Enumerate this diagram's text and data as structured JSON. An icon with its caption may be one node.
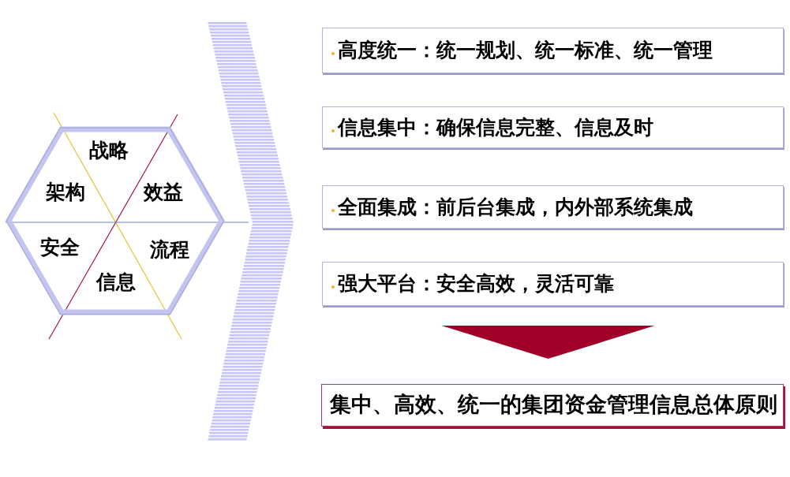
{
  "diagram": {
    "nodes": [
      {
        "text": [
          "战略",
          "架构",
          "效益",
          "安全",
          "流程",
          "信息"
        ]
      },
      {
        "text": [
          "高度统一：统一规划、统一标准、统一管理"
        ]
      },
      {
        "text": [
          "信息集中：确保信息完整、信息及时"
        ]
      },
      {
        "text": [
          "全面集成：前后台集成，内外部系统集成"
        ]
      },
      {
        "text": [
          "强大平台：安全高效，灵活可靠"
        ]
      },
      {
        "text": [
          "集中、高效、统一的集团资金管理信息总体原则"
        ]
      }
    ],
    "edges": [
      {
        "from": 0,
        "to": null,
        "arrow": "to"
      },
      {
        "from": 4,
        "to": 5,
        "arrow": "to"
      }
    ]
  }
}
